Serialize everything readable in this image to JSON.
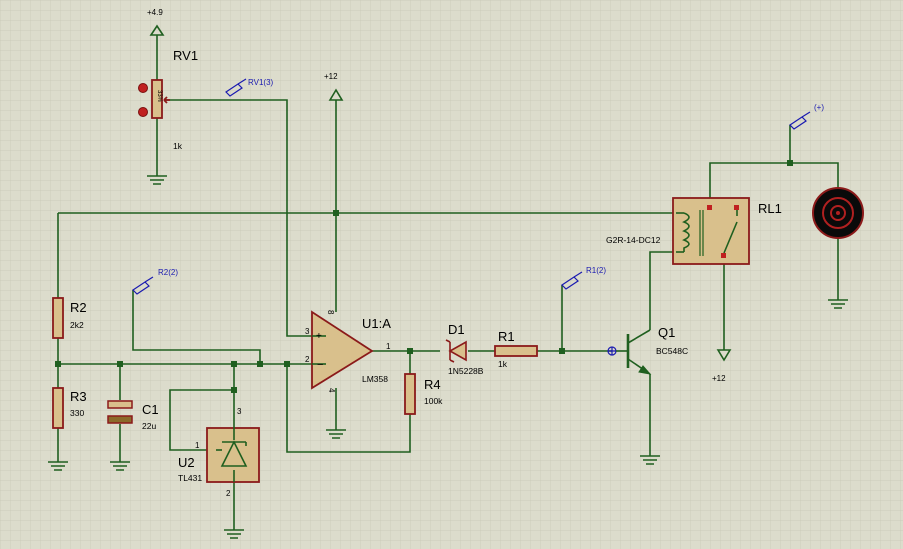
{
  "rails": {
    "plus_4_9": "+4.9",
    "plus_12_top": "+12",
    "plus_12_bottom": "+12"
  },
  "probes": {
    "rv1": "RV1(3)",
    "r2": "R2(2)",
    "r1": "R1(2)",
    "plus": "(+)"
  },
  "components": {
    "rv1": {
      "ref": "RV1",
      "value": "1k",
      "body_text": "33%"
    },
    "r2": {
      "ref": "R2",
      "value": "2k2"
    },
    "r3": {
      "ref": "R3",
      "value": "330"
    },
    "c1": {
      "ref": "C1",
      "value": "22u"
    },
    "u2": {
      "ref": "U2",
      "value": "TL431",
      "pin1": "1",
      "pin2": "2",
      "pin3": "3"
    },
    "u1": {
      "ref": "U1:A",
      "value": "LM358",
      "pin1": "1",
      "pin2": "2",
      "pin3": "3",
      "pin4": "4",
      "pin8": "8"
    },
    "r4": {
      "ref": "R4",
      "value": "100k"
    },
    "d1": {
      "ref": "D1",
      "value": "1N5228B"
    },
    "r1": {
      "ref": "R1",
      "value": "1k"
    },
    "q1": {
      "ref": "Q1",
      "value": "BC548C"
    },
    "rl1": {
      "ref": "RL1",
      "value": "G2R-14-DC12"
    }
  },
  "colors": {
    "background": "#dcdccc",
    "grid": "#c8c8b6",
    "wire": "#1f5f1f",
    "component_outline": "#8b1a1a",
    "component_fill": "#d9c08c",
    "probe": "#1a1ab0"
  }
}
